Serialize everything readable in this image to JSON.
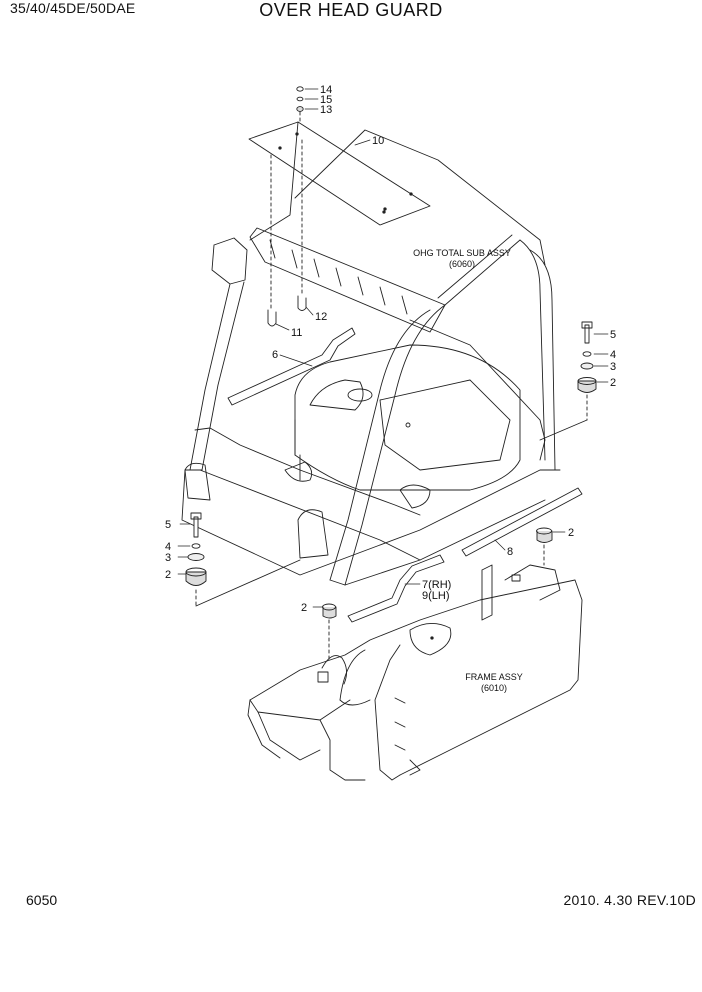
{
  "header": {
    "model": "35/40/45DE/50DAE",
    "title": "OVER HEAD GUARD"
  },
  "footer": {
    "page_number": "6050",
    "revision": "2010. 4.30  REV.10D"
  },
  "assemblies": {
    "ohg_name": "OHG TOTAL SUB ASSY",
    "ohg_ref": "(6060)",
    "frame_name": "FRAME ASSY",
    "frame_ref": "(6010)"
  },
  "callouts": {
    "c14": "14",
    "c15": "15",
    "c13": "13",
    "c10": "10",
    "c11": "11",
    "c12": "12",
    "c6": "6",
    "c5r": "5",
    "c4r": "4",
    "c3r": "3",
    "c2r": "2",
    "c5l": "5",
    "c4l": "4",
    "c3l": "3",
    "c2l": "2",
    "c2c": "2",
    "c2m": "2",
    "c8": "8",
    "c7": "7(RH)",
    "c9": "9(LH)"
  }
}
